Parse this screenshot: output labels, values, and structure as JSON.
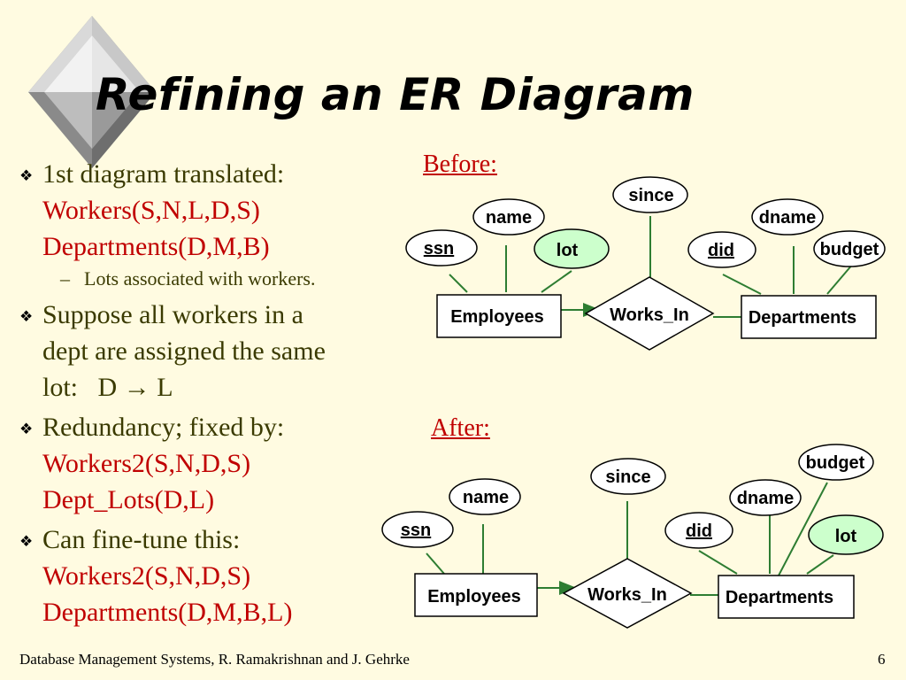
{
  "slide": {
    "title": "Refining an ER Diagram",
    "page_number": "6",
    "footer": "Database Management Systems, R. Ramakrishnan and J. Gehrke"
  },
  "bullets": [
    {
      "lines": [
        "1st diagram translated:",
        "Workers(S,N,L,D,S)",
        "Departments(D,M,B)"
      ],
      "sub": "Lots associated with workers."
    },
    {
      "lines": [
        "Suppose all workers in a",
        "dept are assigned the same"
      ],
      "fd_prefix": "lot:",
      "fd_left": "D",
      "fd_arrow": "→",
      "fd_right": "L"
    },
    {
      "lines": [
        "Redundancy; fixed by:",
        "Workers2(S,N,D,S)",
        "Dept_Lots(D,L)"
      ]
    },
    {
      "lines": [
        "Can fine-tune this:",
        "Workers2(S,N,D,S)",
        "Departments(D,M,B,L)"
      ]
    }
  ],
  "diagrams": {
    "before": {
      "label": "Before:",
      "entities": {
        "employees": "Employees",
        "departments": "Departments"
      },
      "relationship": "Works_In",
      "attributes": {
        "ssn": "ssn",
        "name": "name",
        "lot": "lot",
        "since": "since",
        "did": "did",
        "dname": "dname",
        "budget": "budget"
      }
    },
    "after": {
      "label": "After:",
      "entities": {
        "employees": "Employees",
        "departments": "Departments"
      },
      "relationship": "Works_In",
      "attributes": {
        "ssn": "ssn",
        "name": "name",
        "since": "since",
        "did": "did",
        "dname": "dname",
        "budget": "budget",
        "lot": "lot"
      }
    }
  },
  "colors": {
    "background": "#fffbe1",
    "accent_red": "#c00000",
    "key_fill_green": "#ccffcc",
    "line_green": "#2e7d32"
  }
}
